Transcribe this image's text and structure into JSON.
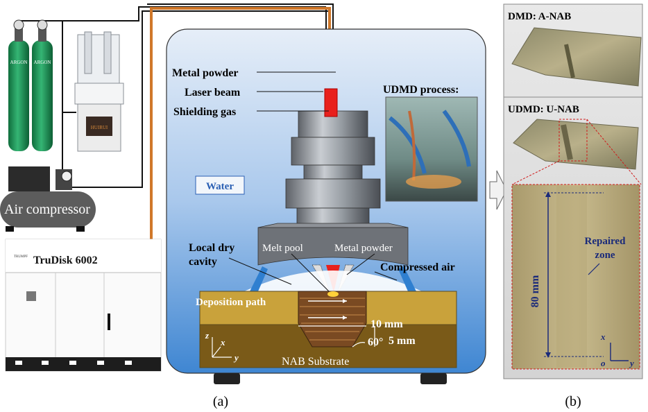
{
  "labels": {
    "argon": "ARGON",
    "air_compressor": "Air compressor",
    "laser_model": "TruDisk 6002",
    "laser_brand": "TRUMPF",
    "feeder_brand": "HUIRUI",
    "metal_powder_top": "Metal powder",
    "laser_beam": "Laser beam",
    "shielding_gas": "Shielding gas",
    "water": "Water",
    "udmd_process": "UDMD process:",
    "local_dry_cavity_1": "Local dry",
    "local_dry_cavity_2": "cavity",
    "melt_pool": "Melt pool",
    "metal_powder_nozzle": "Metal powder",
    "compressed_air": "Compressed air",
    "deposition_path": "Deposition path",
    "dim_10mm": "10 mm",
    "dim_5mm": "5 mm",
    "angle": "60°",
    "substrate": "NAB Substrate",
    "axis_z": "z",
    "axis_x": "x",
    "axis_y": "y",
    "panel_a": "(a)",
    "panel_b": "(b)",
    "dmd_title": "DMD: A-NAB",
    "udmd_title": "UDMD: U-NAB",
    "repaired_zone_1": "Repaired",
    "repaired_zone_2": "zone",
    "dim_80mm": "80 mm",
    "axis_o": "o"
  },
  "colors": {
    "tank_blue_top": "#c9ddf3",
    "tank_blue_bottom": "#4f95d8",
    "substrate_gold": "#c9a23b",
    "deposit_brown": "#7a4a22",
    "laser_red": "#e8201c",
    "argon_green": "#1f9a5c",
    "accent_orange": "#d0782a",
    "dashed_red": "#d01a1a",
    "annotation_navy": "#1a2a7a"
  }
}
